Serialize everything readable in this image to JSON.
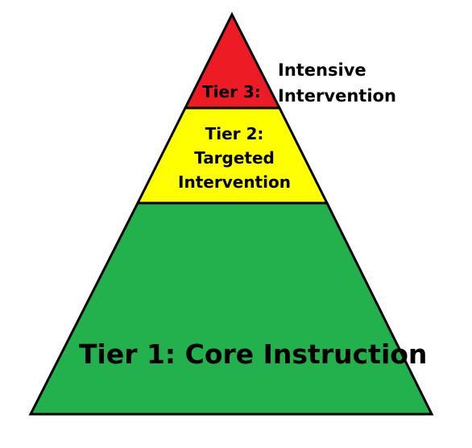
{
  "colors": {
    "tier3": "#ed1c24",
    "tier2": "#ffff00",
    "tier1": "#22b14c",
    "outline": "#000000"
  },
  "tiers": [
    {
      "label": "Tier 3:"
    },
    {
      "label_lines": [
        "Tier 2:",
        "Targeted",
        "Intervention"
      ]
    },
    {
      "label": "Tier 1: Core Instruction"
    }
  ],
  "callout": {
    "lines": [
      "Intensive",
      "Intervention"
    ]
  }
}
